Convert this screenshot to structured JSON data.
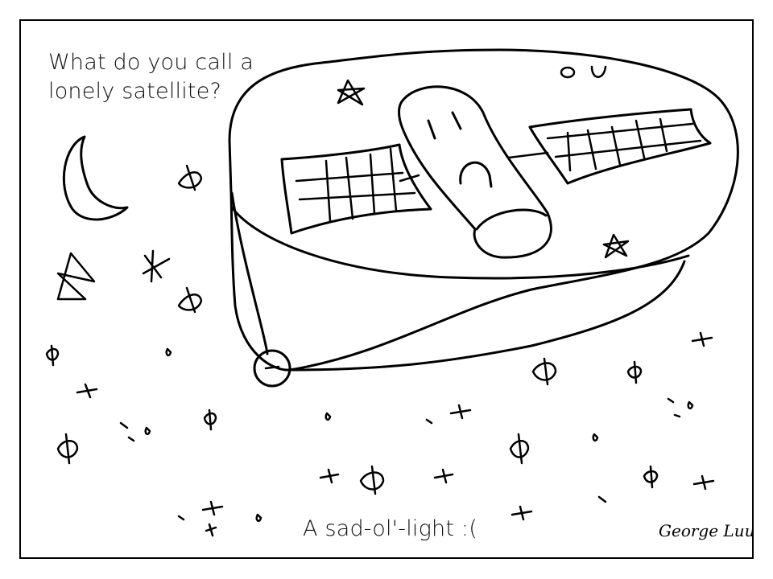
{
  "comic": {
    "question": "What do you call a lonely satellite?",
    "answer": "A sad-ol'-light :(",
    "signature": "George Luu",
    "colors": {
      "ink": "#000000",
      "paper": "#ffffff"
    }
  }
}
